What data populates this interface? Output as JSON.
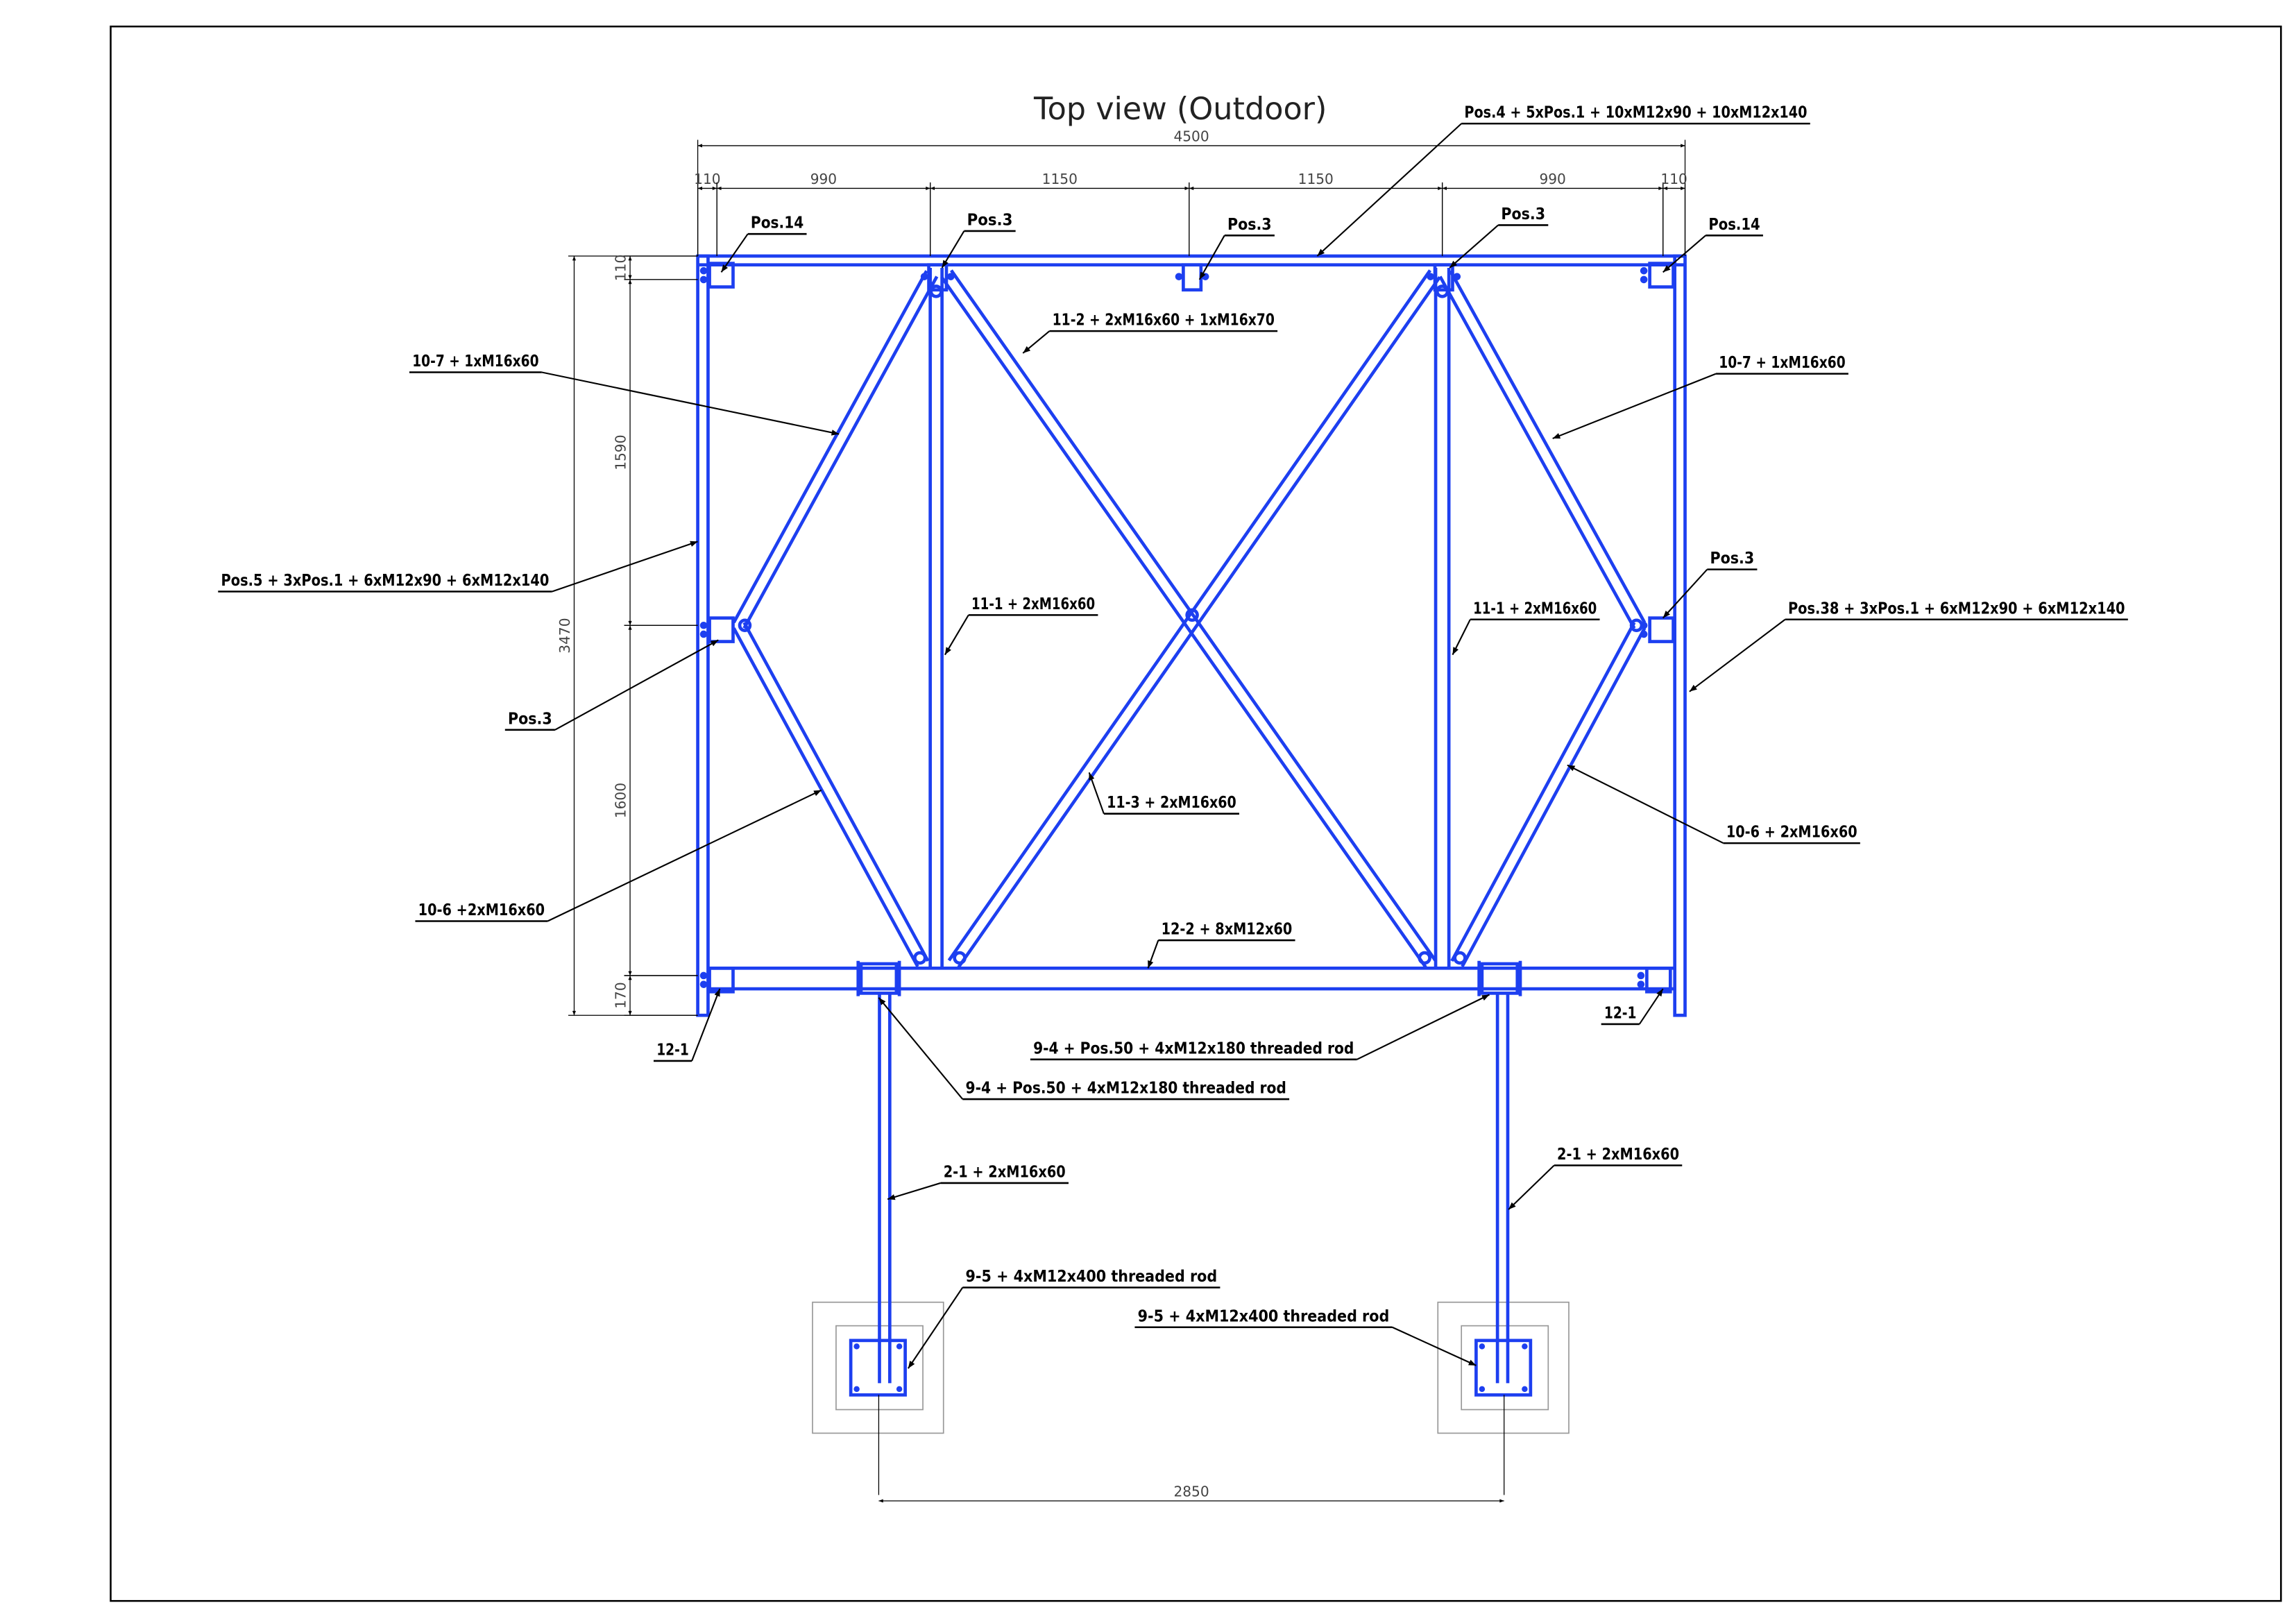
{
  "title": "Top view (Outdoor)",
  "dimensions": {
    "overall_width": "4500",
    "top_segments": [
      "110",
      "990",
      "1150",
      "1150",
      "990",
      "110"
    ],
    "overall_depth": "3470",
    "side_segments": [
      "110",
      "1590",
      "1600",
      "170"
    ],
    "foot_spacing": "2850"
  },
  "labels": [
    "Pos.4 + 5xPos.1 + 10xM12x90 + 10xM12x140",
    "Pos.14",
    "Pos.3",
    "Pos.3",
    "Pos.3",
    "Pos.14",
    "11-2 + 2xM16x60 + 1xM16x70",
    "10-7 + 1xM16x60",
    "10-7 + 1xM16x60",
    "Pos.5 + 3xPos.1 + 6xM12x90 + 6xM12x140",
    "11-1 + 2xM16x60",
    "11-1 + 2xM16x60",
    "Pos.3",
    "Pos.38 + 3xPos.1 + 6xM12x90 + 6xM12x140",
    "Pos.3",
    "11-3 + 2xM16x60",
    "10-6 + 2xM16x60",
    "10-6 +2xM16x60",
    "12-2 + 8xM12x60",
    "12-1",
    "12-1",
    "9-4 + Pos.50 + 4xM12x180 threaded rod",
    "9-4 + Pos.50 + 4xM12x180 threaded rod",
    "2-1 + 2xM16x60",
    "2-1 + 2xM16x60",
    "9-5 + 4xM12x400 threaded rod",
    "9-5 + 4xM12x400 threaded rod"
  ],
  "colors": {
    "structure": "#1d3ff0",
    "annotation": "#000000",
    "foundation": "#999999"
  }
}
